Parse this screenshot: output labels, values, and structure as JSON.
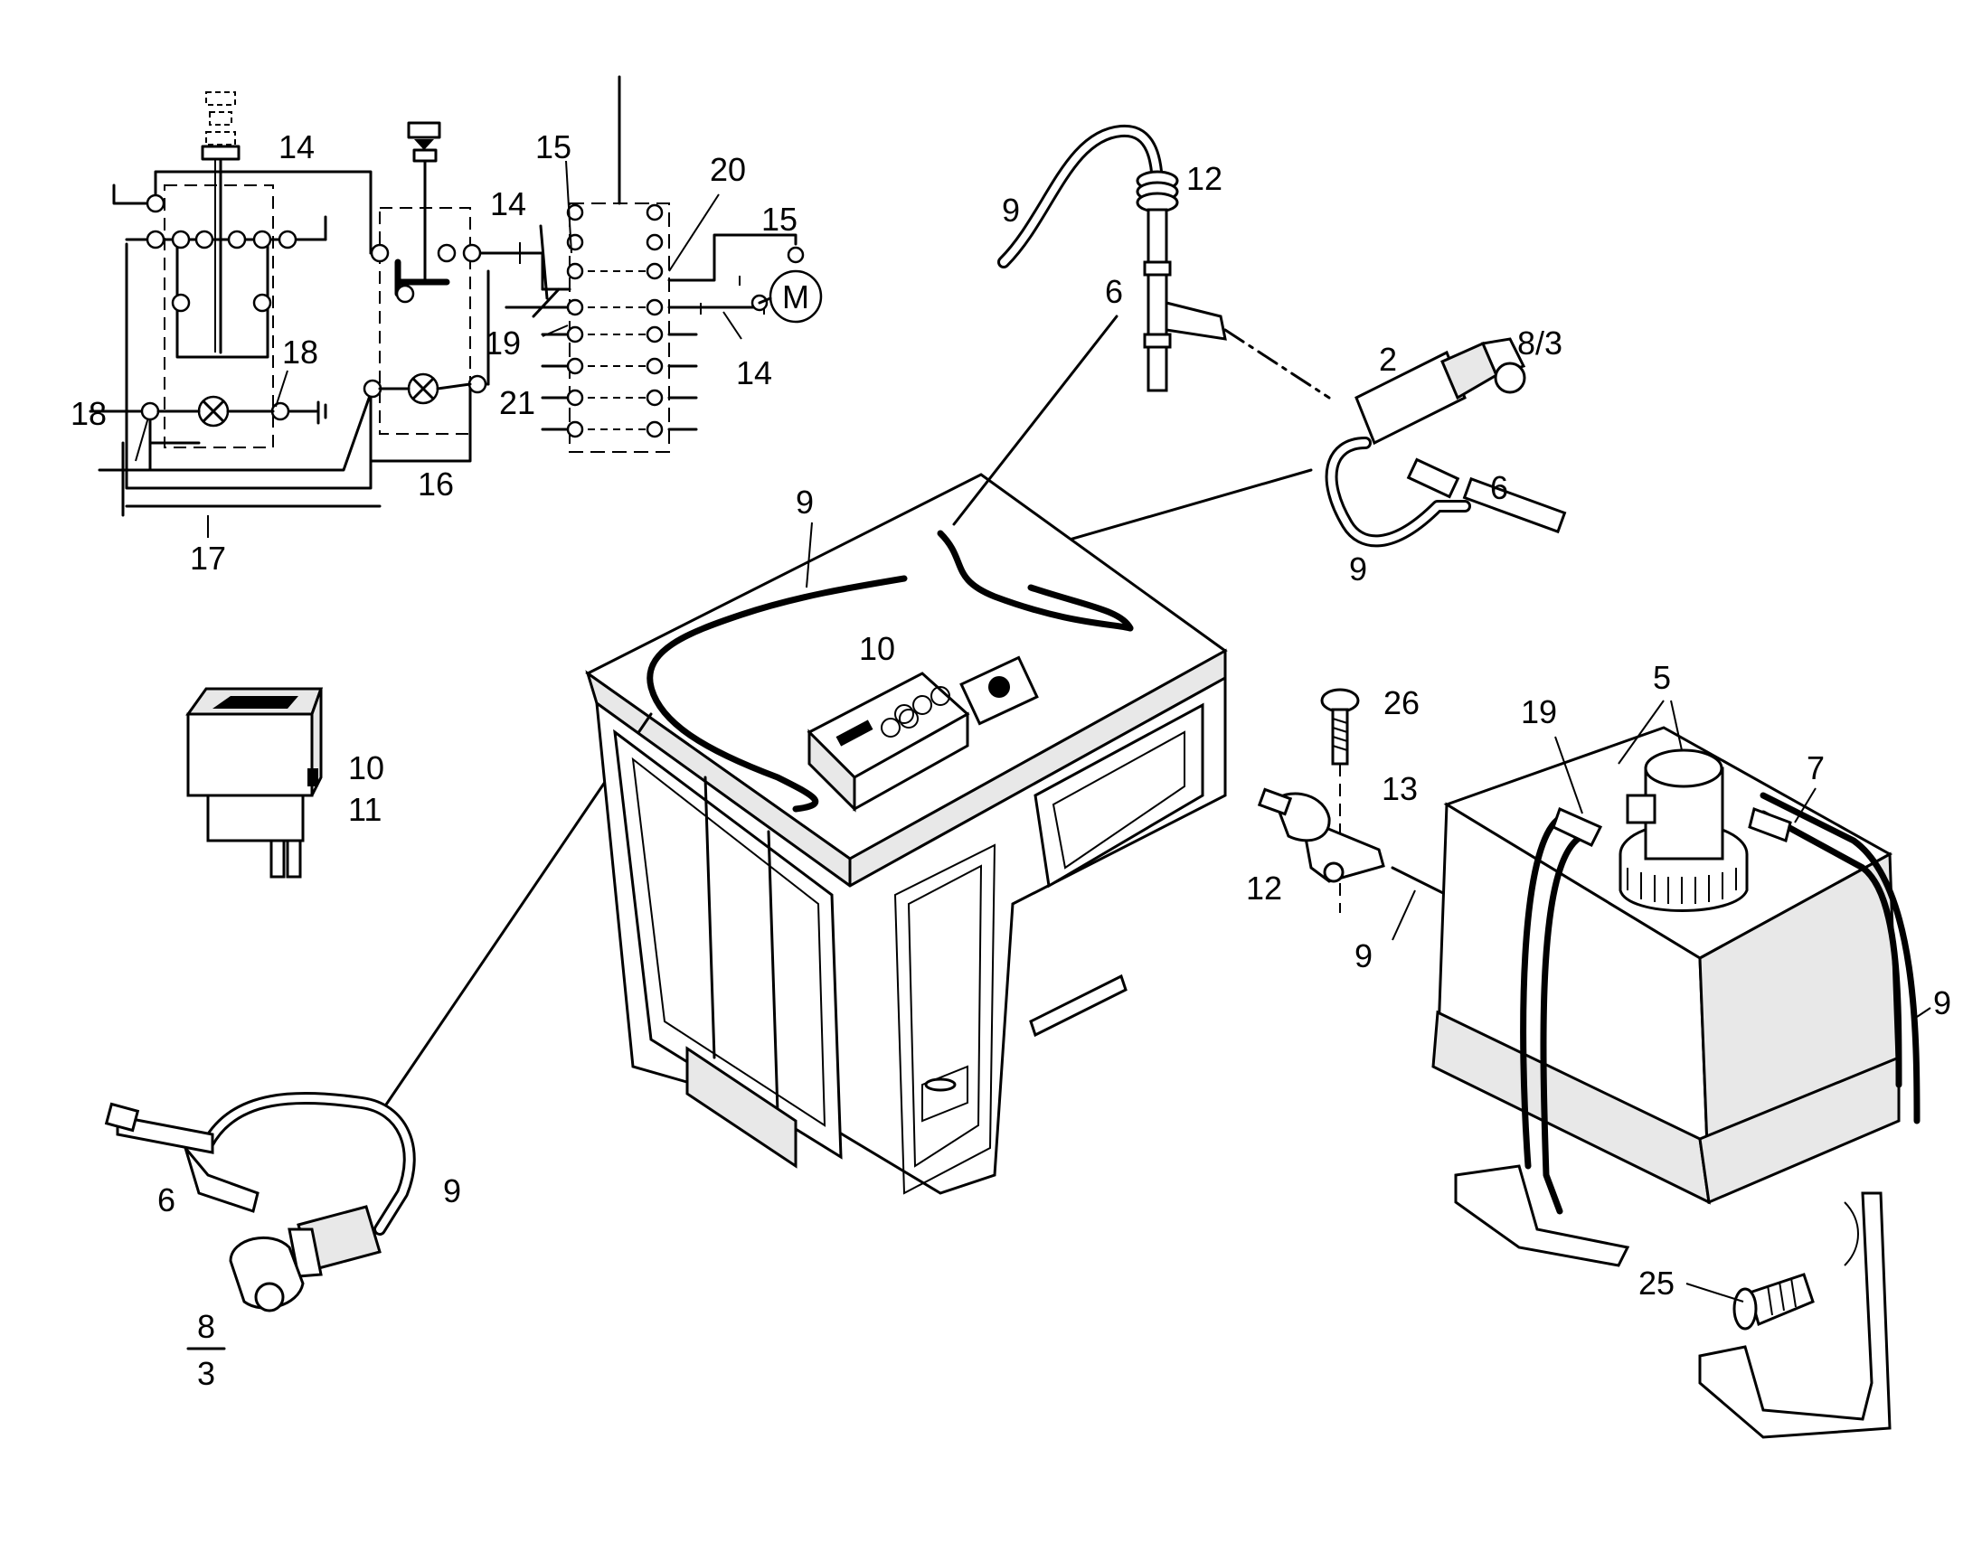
{
  "labels": {
    "sch_14_top": "14",
    "sch_15_top": "15",
    "sch_20": "20",
    "sch_15_motor": "15",
    "sch_14_mid": "14",
    "sch_motor": "M",
    "sch_19": "19",
    "sch_14_right": "14",
    "sch_21": "21",
    "sch_18_left": "18",
    "sch_18_right": "18",
    "sch_16": "16",
    "sch_17": "17",
    "sw_10": "10",
    "sw_11": "11",
    "pipe_9_top": "9",
    "nozzle_12_top": "12",
    "tee_6_top": "6",
    "nozzle_2": "2",
    "nozzle_8_3_top": "8/3",
    "tee_6_right": "6",
    "pipe_9_right": "9",
    "cab_9": "9",
    "cab_10": "10",
    "screw_26": "26",
    "clip_13": "13",
    "nozzle_12_mid": "12",
    "pipe_9_mid": "9",
    "tank_19": "19",
    "tank_5": "5",
    "tank_7": "7",
    "tank_9": "9",
    "tank_25": "25",
    "tee_6_bottom": "6",
    "pipe_9_bottom": "9",
    "frac_num": "8",
    "frac_den": "3"
  }
}
